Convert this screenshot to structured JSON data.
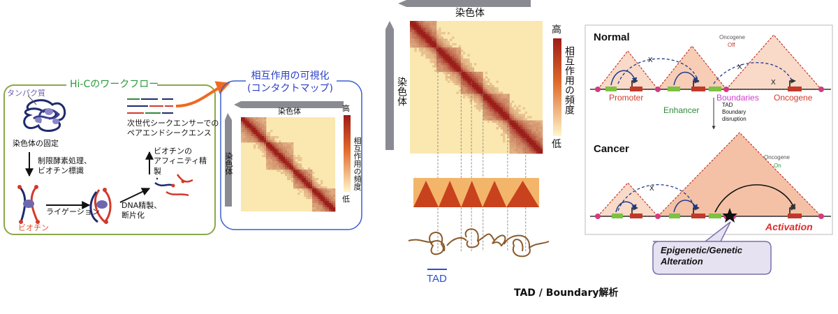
{
  "workflow": {
    "title": "Hi-Cのワークフロー",
    "protein_label": "タンパク質",
    "fix_label": "染色体の固定",
    "digest_label": "制限酵素処理、\nビオチン標識",
    "ligation_label": "ライゲーション",
    "dna_label": "DNA精製、\n断片化",
    "affinity_label": "ビオチンの\nアフィニティ精\n製",
    "seq_label": "次世代シークエンサーでの\nペアエンドシークエンス",
    "biotin_label": "ビオチン"
  },
  "contact_map": {
    "title": "相互作用の可視化\n(コンタクトマップ)",
    "chromosome_label": "染色体",
    "high_label": "高",
    "low_label": "低",
    "freq_label": "相互作用の頻度"
  },
  "tad_panel": {
    "chromosome_label": "染色体",
    "high_label": "高",
    "low_label": "低",
    "freq_label": "相互作用の頻度",
    "tad_label": "TAD"
  },
  "caption": "TAD / Boundary解析",
  "cancer_panel": {
    "normal_title": "Normal",
    "cancer_title": "Cancer",
    "oncogene_label": "Oncogene",
    "off_label": "Off",
    "on_label": "On",
    "promoter_label": "Promoter",
    "boundaries_label": "Boundaries",
    "enhancer_label": "Enhancer",
    "oncogene_big_label": "Oncogene",
    "disruption_label": "TAD\nBoundary\ndisruption",
    "activation_label": "Activation",
    "alteration_label": "Epigenetic/Genetic\nAlteration",
    "x_mark": "X"
  },
  "colors": {
    "workflow_border": "#8aa84a",
    "workflow_title": "#2a9a3a",
    "contact_border": "#3a5ecf",
    "contact_title": "#2a3fc8",
    "heat_high": "#b3221b",
    "heat_low": "#fff3c2",
    "promoter": "#d23a2a",
    "enhancer": "#2f8a3a",
    "boundaries": "#d23bd0",
    "oncogene": "#d23a2a",
    "on": "#2a9a3a",
    "off": "#c0392b",
    "tad_label": "#2a4fd0",
    "callout_fill": "#e6e2f2"
  }
}
